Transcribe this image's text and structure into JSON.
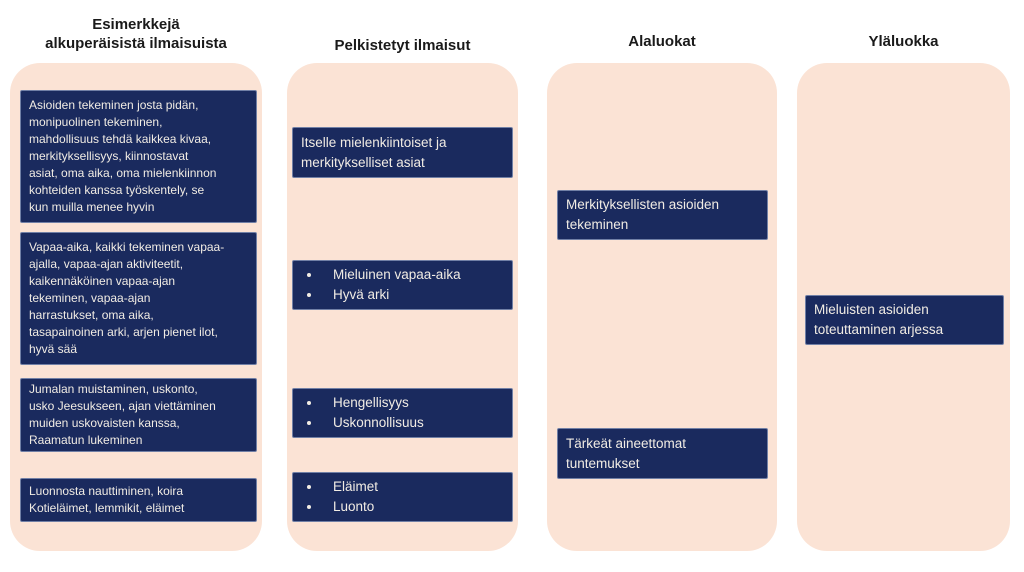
{
  "colors": {
    "page_bg": "#ffffff",
    "container_bg": "#fbe3d5",
    "box_bg": "#1a2a5e",
    "box_text": "#f1ece4",
    "header_text": "#1a1a1a"
  },
  "columns": [
    {
      "header": "Esimerkkejä\nalkuperäisistä ilmaisuista",
      "boxes": [
        {
          "text": "Asioiden tekeminen josta pidän,\nmonipuolinen tekeminen,\nmahdollisuus tehdä kaikkea kivaa,\nmerkityksellisyys, kiinnostavat\nasiat, oma aika, oma mielenkiinnon\nkohteiden kanssa työskentely, se\nkun muilla menee hyvin"
        },
        {
          "text": "Vapaa-aika, kaikki tekeminen vapaa-\najalla, vapaa-ajan aktiviteetit,\nkaikennäköinen vapaa-ajan\ntekeminen, vapaa-ajan\nharrastukset, oma aika,\ntasapainoinen arki, arjen pienet ilot,\nhyvä sää"
        },
        {
          "text": "Jumalan muistaminen, uskonto,\nusko Jeesukseen, ajan viettäminen\nmuiden uskovaisten kanssa,\nRaamatun lukeminen"
        },
        {
          "text": "Luonnosta nauttiminen, koira\nKotieläimet, lemmikit, eläimet"
        }
      ]
    },
    {
      "header": "Pelkistetyt ilmaisut",
      "boxes": [
        {
          "text": "Itselle mielenkiintoiset ja\nmerkitykselliset asiat"
        },
        {
          "items": [
            "Mieluinen vapaa-aika",
            "Hyvä arki"
          ]
        },
        {
          "items": [
            "Hengellisyys",
            "Uskonnollisuus"
          ]
        },
        {
          "items": [
            "Eläimet",
            "Luonto"
          ]
        }
      ]
    },
    {
      "header": "Alaluokat",
      "boxes": [
        {
          "text": "Merkityksellisten asioiden\ntekeminen"
        },
        {
          "text": "Tärkeät aineettomat\ntuntemukset"
        }
      ]
    },
    {
      "header": "Yläluokka",
      "boxes": [
        {
          "text": "Mieluisten asioiden\ntoteuttaminen arjessa"
        }
      ]
    }
  ]
}
